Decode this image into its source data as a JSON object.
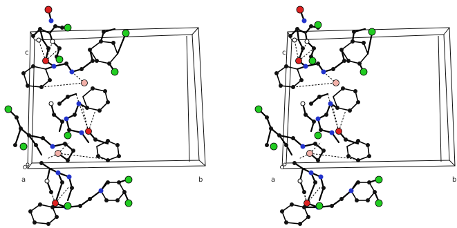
{
  "views": [
    {
      "name": "left",
      "axis_labels": {
        "a": "a",
        "b": "b",
        "c": "c"
      }
    },
    {
      "name": "right",
      "axis_labels": {
        "a": "a",
        "b": "b",
        "c": "c"
      }
    }
  ],
  "atom_colors": {
    "chlorine": "#22cc22",
    "oxygen": "#dd2222",
    "nitrogen": "#2233cc",
    "carbon": "#111111",
    "hydrogen": "#ffffff",
    "mixed_oxygen_hydrogen": "#f2b0a8"
  }
}
